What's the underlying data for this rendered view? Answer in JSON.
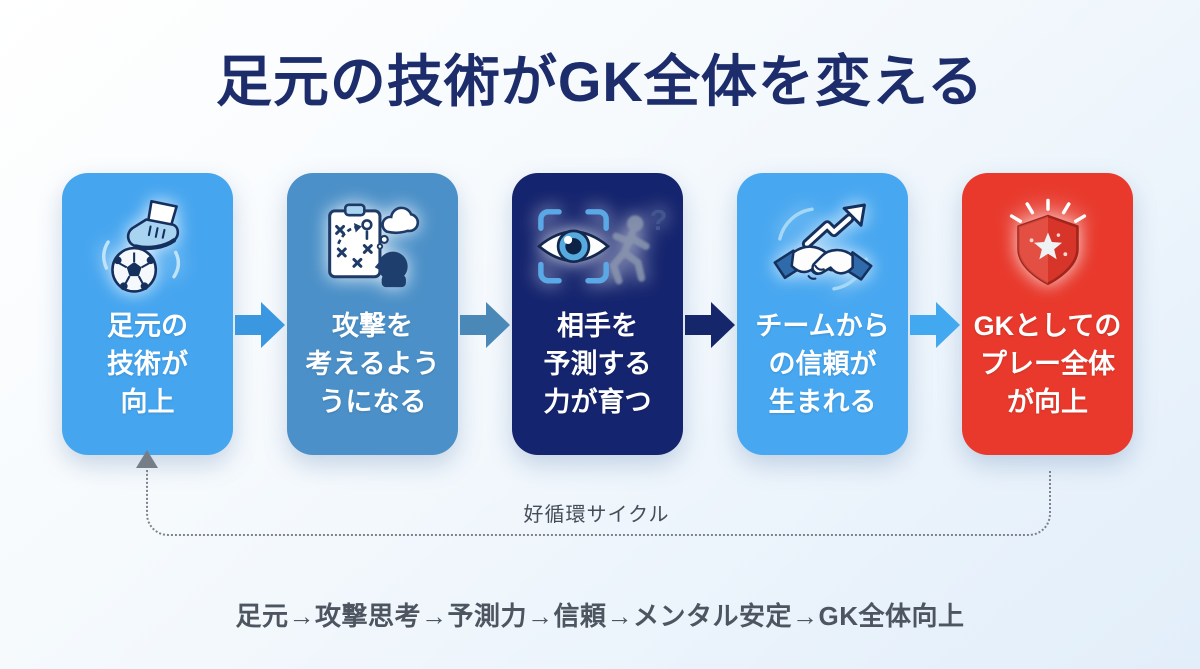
{
  "page": {
    "title": "足元の技術がGK全体を変える"
  },
  "palette": {
    "title": "#1d2c6b",
    "cycle_line": "#7d838c",
    "cycle_arrowhead": "#777d86",
    "cycle_label": "#454d58",
    "summary_text": "#4c5560"
  },
  "flow": {
    "steps": [
      {
        "icon": "foot-kicking-soccer-ball-icon",
        "color": "#45a5ef",
        "lines": [
          "足元の",
          "技術が",
          "向上"
        ]
      },
      {
        "icon": "tactics-board-thinking-icon",
        "color": "#4b90c8",
        "lines": [
          "攻撃を",
          "考えるよう",
          "うになる"
        ]
      },
      {
        "icon": "eye-tracking-opponent-icon",
        "color": "#15246e",
        "lines": [
          "相手を",
          "予測する",
          "力が育つ"
        ]
      },
      {
        "icon": "handshake-growth-icon",
        "color": "#47a7f0",
        "lines": [
          "チームから",
          "の信頼が",
          "生まれる"
        ]
      },
      {
        "icon": "shield-star-icon",
        "color": "#e8392c",
        "lines": [
          "GKとしての",
          "プレー全体",
          "が向上"
        ]
      }
    ],
    "arrows": [
      {
        "color": "#3b98e0"
      },
      {
        "color": "#4a88b8"
      },
      {
        "color": "#16266b"
      },
      {
        "color": "#42a8ef"
      }
    ],
    "cycle": {
      "label": "好循環サイクル"
    }
  },
  "footer": {
    "summary": "足元→攻撃思考→予測力→信頼→メンタル安定→GK全体向上"
  }
}
